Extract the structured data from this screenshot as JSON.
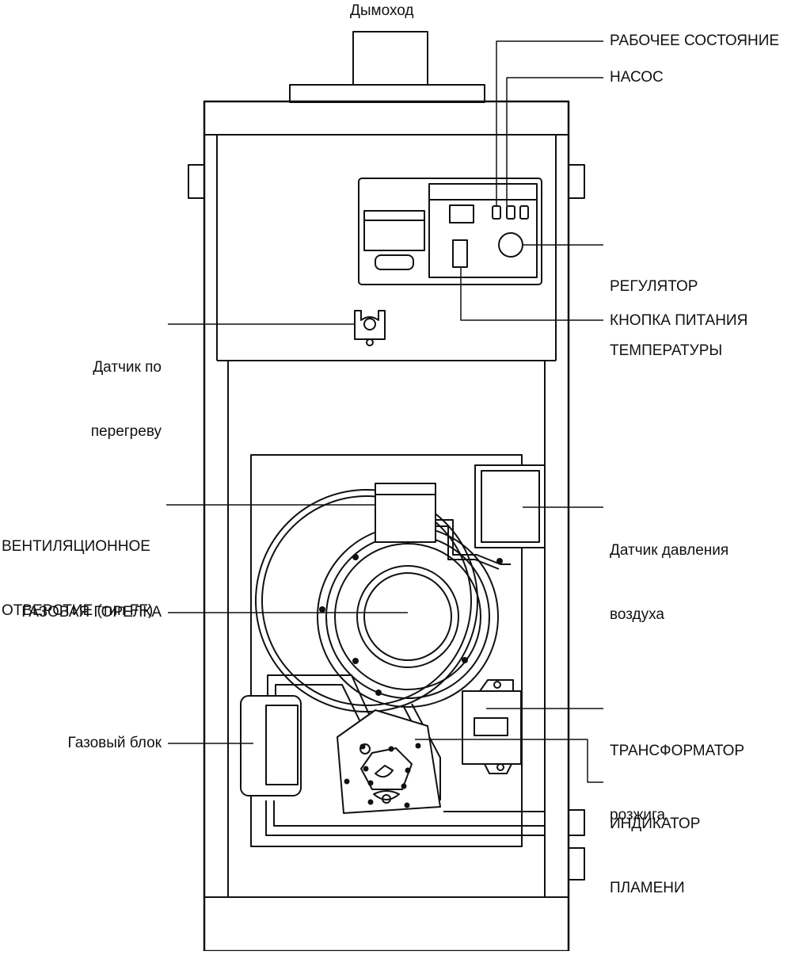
{
  "labels": {
    "chimney": "Дымоход",
    "operating_state": "РАБОЧЕЕ СОСТОЯНИЕ",
    "pump": "НАСОС",
    "temp_regulator": [
      "РЕГУЛЯТОР",
      "ТЕМПЕРАТУРЫ"
    ],
    "power_button": "КНОПКА ПИТАНИЯ",
    "overheat_sensor": [
      "Датчик по",
      "перегреву"
    ],
    "vent_hole": [
      "ВЕНТИЛЯЦИОННОЕ",
      "ОТВЕРСТИЕ (тип FF)"
    ],
    "air_pressure_sensor": [
      "Датчик давления",
      "воздуха"
    ],
    "gas_burner": "ГАЗОВАЯ ГОРЕЛКА",
    "ignition_transformer": [
      "ТРАНСФОРМАТОР",
      "розжига"
    ],
    "gas_block": "Газовый блок",
    "flame_indicator": [
      "ИНДИКАТОР",
      "ПЛАМЕНИ"
    ]
  },
  "colors": {
    "stroke": "#111111",
    "background": "#ffffff"
  }
}
